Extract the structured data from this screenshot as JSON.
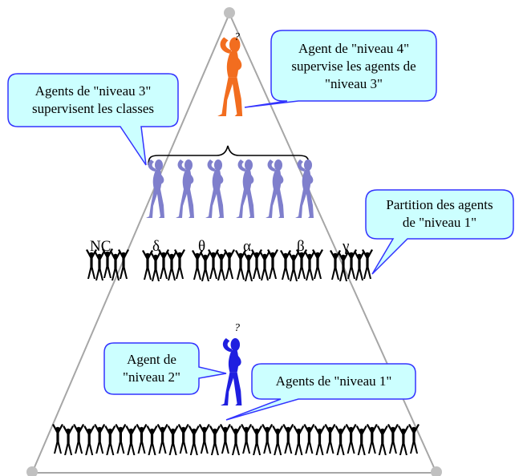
{
  "colors": {
    "triangle": "#a6a6a6",
    "vertex": "#c0c0c0",
    "bubble_fill": "#ccffff",
    "bubble_stroke": "#3333ff",
    "agent_level4": "#f26d1f",
    "agent_level3": "#7f7fcc",
    "agent_level2": "#1f1fe0",
    "agent_level1": "#000000"
  },
  "bubbles": {
    "level4": [
      "Agent de \"niveau 4\"",
      "supervise les agents de",
      "\"niveau 3\""
    ],
    "level3": [
      "Agents de \"niveau 3\"",
      "supervisent les classes"
    ],
    "partition": [
      "Partition des agents",
      "de \"niveau 1\""
    ],
    "level2": [
      "Agent de",
      "\"niveau 2\""
    ],
    "level1": "Agents de \"niveau 1\""
  },
  "question_mark": "?",
  "classes": [
    "NC",
    "δ",
    "θ",
    "α",
    "β",
    "γ"
  ],
  "counts": {
    "level3_agents": 6,
    "level1_groups": 6,
    "level1_bottom": 35
  },
  "icons": {
    "level4": "thinking-person-icon",
    "level3": "thinking-person-icon",
    "level2": "thinking-person-icon",
    "level1": "cheering-crowd-icon"
  }
}
